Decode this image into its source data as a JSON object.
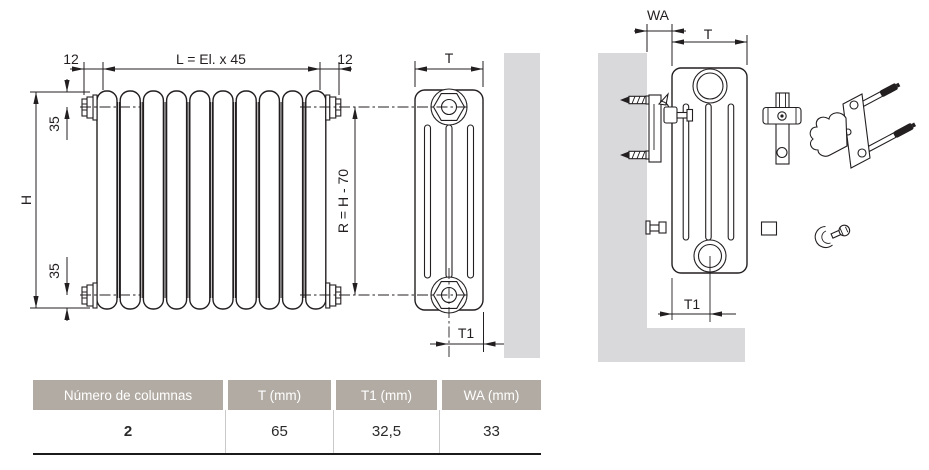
{
  "diagram": {
    "front_view": {
      "dim_left_offset": "12",
      "dim_length_formula": "L = El. x 45",
      "dim_right_offset": "12",
      "dim_height": "H",
      "dim_top_axis": "35",
      "dim_bottom_axis": "35",
      "dim_connection": "R = H - 70"
    },
    "side_view": {
      "dim_depth": "T",
      "dim_axis_depth": "T1"
    },
    "wall_view": {
      "dim_wall_distance": "WA",
      "dim_depth": "T",
      "dim_axis_depth": "T1"
    }
  },
  "table": {
    "headers": [
      "Número de columnas",
      "T (mm)",
      "T1 (mm)",
      "WA (mm)"
    ],
    "row": [
      "2",
      "65",
      "32,5",
      "33"
    ]
  },
  "colors": {
    "line": "#231f20",
    "wall_fill": "#d9d9db",
    "table_header_bg": "#b2aba3",
    "table_header_text": "#ffffff"
  }
}
